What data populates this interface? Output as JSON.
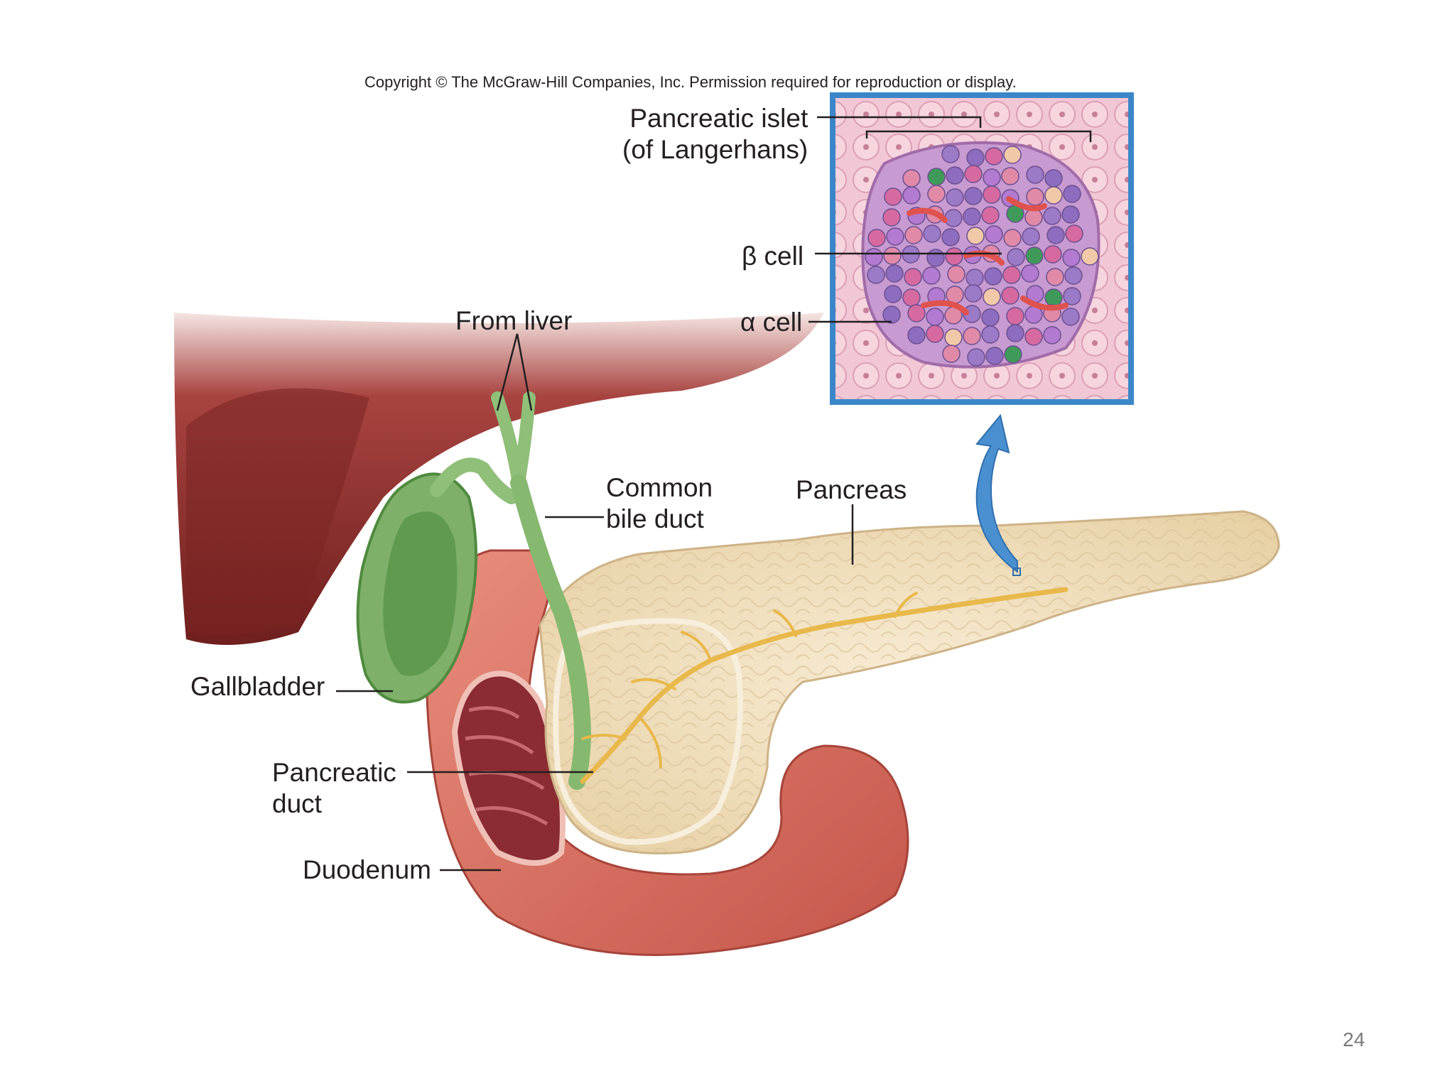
{
  "copyright": "Copyright © The McGraw-Hill Companies, Inc. Permission required for reproduction or display.",
  "labels": {
    "islet_line1": "Pancreatic islet",
    "islet_line2": "(of Langerhans)",
    "beta_cell": "β cell",
    "alpha_cell": "α cell",
    "from_liver": "From liver",
    "common_bile_line1": "Common",
    "common_bile_line2": "bile duct",
    "pancreas": "Pancreas",
    "gallbladder": "Gallbladder",
    "pancreatic_duct_line1": "Pancreatic",
    "pancreatic_duct_line2": "duct",
    "duodenum": "Duodenum"
  },
  "page_number": "24",
  "colors": {
    "liver": "#8a2c2a",
    "gallbladder": "#7fb06a",
    "bile_duct": "#8fbf78",
    "pancreas": "#f2e2c2",
    "pancreatic_duct": "#e8b84a",
    "duodenum": "#d9735f",
    "inset_border": "#3b86c9",
    "arrow": "#4a90d0"
  }
}
